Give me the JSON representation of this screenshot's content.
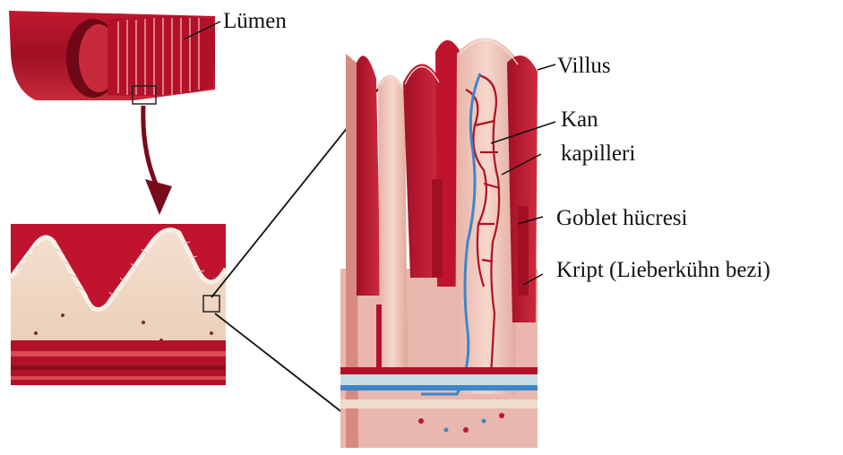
{
  "labels": {
    "lumen": "Lümen",
    "villus": "Villus",
    "kan_line1": "Kan",
    "kan_line2": "kapilleri",
    "goblet": "Goblet hücresi",
    "kript": "Kript (Lieberkühn bezi)"
  },
  "colors": {
    "tissue_red": "#b3112a",
    "dark_red": "#8a0d1f",
    "mucosa_pink": "#e9b7ad",
    "submucosa_beige": "#f1ddc6",
    "vein_blue": "#3f86c8",
    "line_black": "#111111"
  }
}
